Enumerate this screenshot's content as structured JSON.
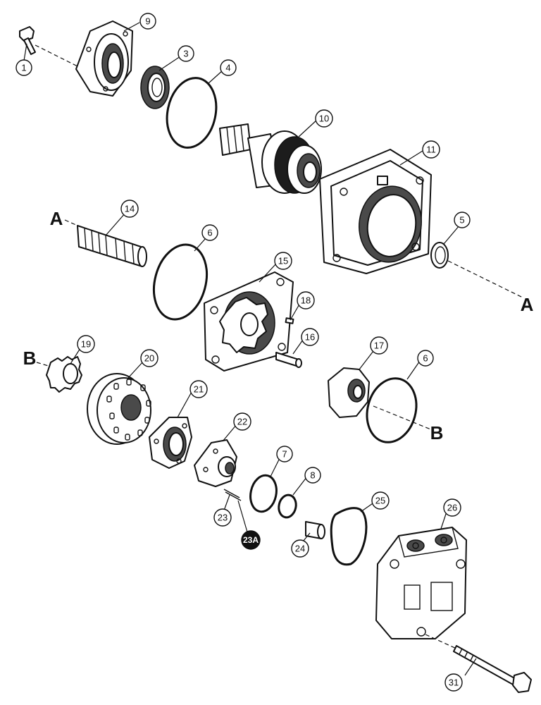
{
  "balloons": {
    "b1": "1",
    "b9": "9",
    "b3": "3",
    "b4": "4",
    "b10": "10",
    "b11": "11",
    "b14": "14",
    "b6a": "6",
    "b5": "5",
    "b15": "15",
    "b18": "18",
    "b16": "16",
    "b19": "19",
    "b20": "20",
    "b17": "17",
    "b6b": "6",
    "b21": "21",
    "b22": "22",
    "b7": "7",
    "b8": "8",
    "b25": "25",
    "b26": "26",
    "b23": "23",
    "b23a": "23A",
    "b24": "24",
    "b31": "31"
  },
  "reference_letters": {
    "a_left": "A",
    "a_right": "A",
    "b_left": "B",
    "b_right": "B"
  }
}
